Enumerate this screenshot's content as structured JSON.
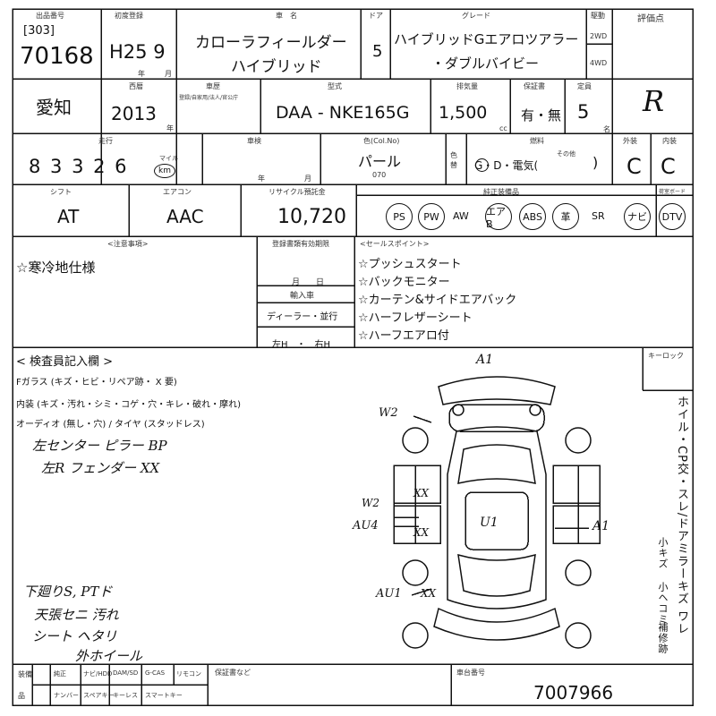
{
  "header": {
    "lane_label": "出品番号",
    "lane_code": "[303]",
    "lot_no": "70168",
    "first_reg_label": "初度登録",
    "first_reg_value": "H25 9",
    "nen": "年",
    "getsu": "月",
    "car_name_label": "車　名",
    "car_name_line1": "カローラフィールダー",
    "car_name_line2": "ハイブリッド",
    "door_label": "ドア",
    "doors": "5",
    "grade_label": "グレード",
    "grade_line1": "ハイブリッドGエアロツアラー",
    "grade_line2": "・ダブルバイビー",
    "drive_label": "駆動",
    "drive_2wd": "2WD",
    "drive_4wd": "4WD",
    "score_label": "評価点",
    "score": "R"
  },
  "row2": {
    "region": "愛知",
    "year_label": "西暦",
    "year": "2013",
    "nen": "年",
    "history_label": "車歴",
    "history_sub": "登録/自家用/法人/官公庁",
    "model_label": "型式",
    "model": "DAA - NKE165G",
    "cc_label": "排気量",
    "cc": "1,500",
    "cc_unit": "cc",
    "warranty_label": "保証書",
    "warranty": "有・無",
    "seats_label": "定員",
    "seats": "5",
    "seats_unit": "名"
  },
  "row3": {
    "mileage_label": "走行",
    "mileage": "8 3 3 2 6",
    "mile_unit": "マイル",
    "km_unit": "km",
    "shaken_label": "車検",
    "shaken_nen": "年",
    "shaken_getsu": "月",
    "color_label": "色(Col.No)",
    "color": "パール",
    "color_no": "070",
    "color_change": "色替",
    "fuel_label": "燃料",
    "fuel": "G・D・電気(",
    "fuel_other": "その他",
    "fuel_close": ")",
    "exterior_label": "外装",
    "exterior": "C",
    "interior_label": "内装",
    "interior": "C"
  },
  "row4": {
    "shift_label": "シフト",
    "shift": "AT",
    "ac_label": "エアコン",
    "ac": "AAC",
    "recycle_label": "リサイクル預託金",
    "recycle": "10,720",
    "equip_label": "純正装備品",
    "capacity_label": "荷室ボード",
    "equipment": [
      "PS",
      "PW",
      "AW",
      "エアB",
      "ABS",
      "革",
      "SR",
      "ナビ",
      "DTV"
    ],
    "equipment_circled": [
      true,
      true,
      false,
      true,
      true,
      true,
      false,
      true,
      true
    ]
  },
  "notes": {
    "caution_label": "<注意事項>",
    "caution": "☆寒冷地仕様",
    "expiry_label": "登録書類有効期限",
    "expiry_value": "月　　日",
    "import_label": "輸入車",
    "dealer": "ディーラー・並行",
    "handle": "左H　・　右H",
    "sales_label": "<セールスポイント>",
    "sales_points": [
      "☆プッシュスタート",
      "☆バックモニター",
      "☆カーテン&サイドエアバック",
      "☆ハーフレザーシート",
      "☆ハーフエアロ付"
    ]
  },
  "inspection": {
    "title": "< 検査員記入欄 >",
    "line_glass": "Fガラス (キズ・ヒビ・リペア跡・ X 要)",
    "line_interior": "内装 (キズ・汚れ・シミ・コゲ・穴・キレ・破れ・摩れ)",
    "line_audio": "オーディオ (無し・穴) / タイヤ (スタッドレス)",
    "hand_notes": [
      "左センター ピラー BP",
      "左R フェンダー XX"
    ],
    "hand_notes_lower": [
      "下廻りS, PTド",
      "天張セニ 汚れ",
      "シート ヘタリ",
      "外ホイール"
    ]
  },
  "diagram": {
    "marks": {
      "top": "A1",
      "left_upper": "W2",
      "left_mid": "W2",
      "left_rear": "AU4",
      "right_rear": "A1",
      "left_bottom": "AU1",
      "roof": "U1",
      "xx1": "XX",
      "xx2": "XX",
      "xx3": "XX",
      "xx4": "XX"
    },
    "keylock_label": "キーロック",
    "side_text": "ホイル・CP交・スレ/ドアミラーキズ ワレ",
    "side_small": [
      "小キズ",
      "小ヘコミ",
      "補修跡"
    ]
  },
  "footer": {
    "col1": "装備",
    "col1b": "品",
    "items_top": [
      "純正",
      "ナビ/HDD",
      "DAM/SD",
      "G-CAS",
      "リモコン"
    ],
    "items_bottom": [
      "ナンバー",
      "スペアキー",
      "キーレス",
      "スマートキー"
    ],
    "remarks_label": "保証書など",
    "chassis_label": "車台番号",
    "chassis": "7007966"
  }
}
